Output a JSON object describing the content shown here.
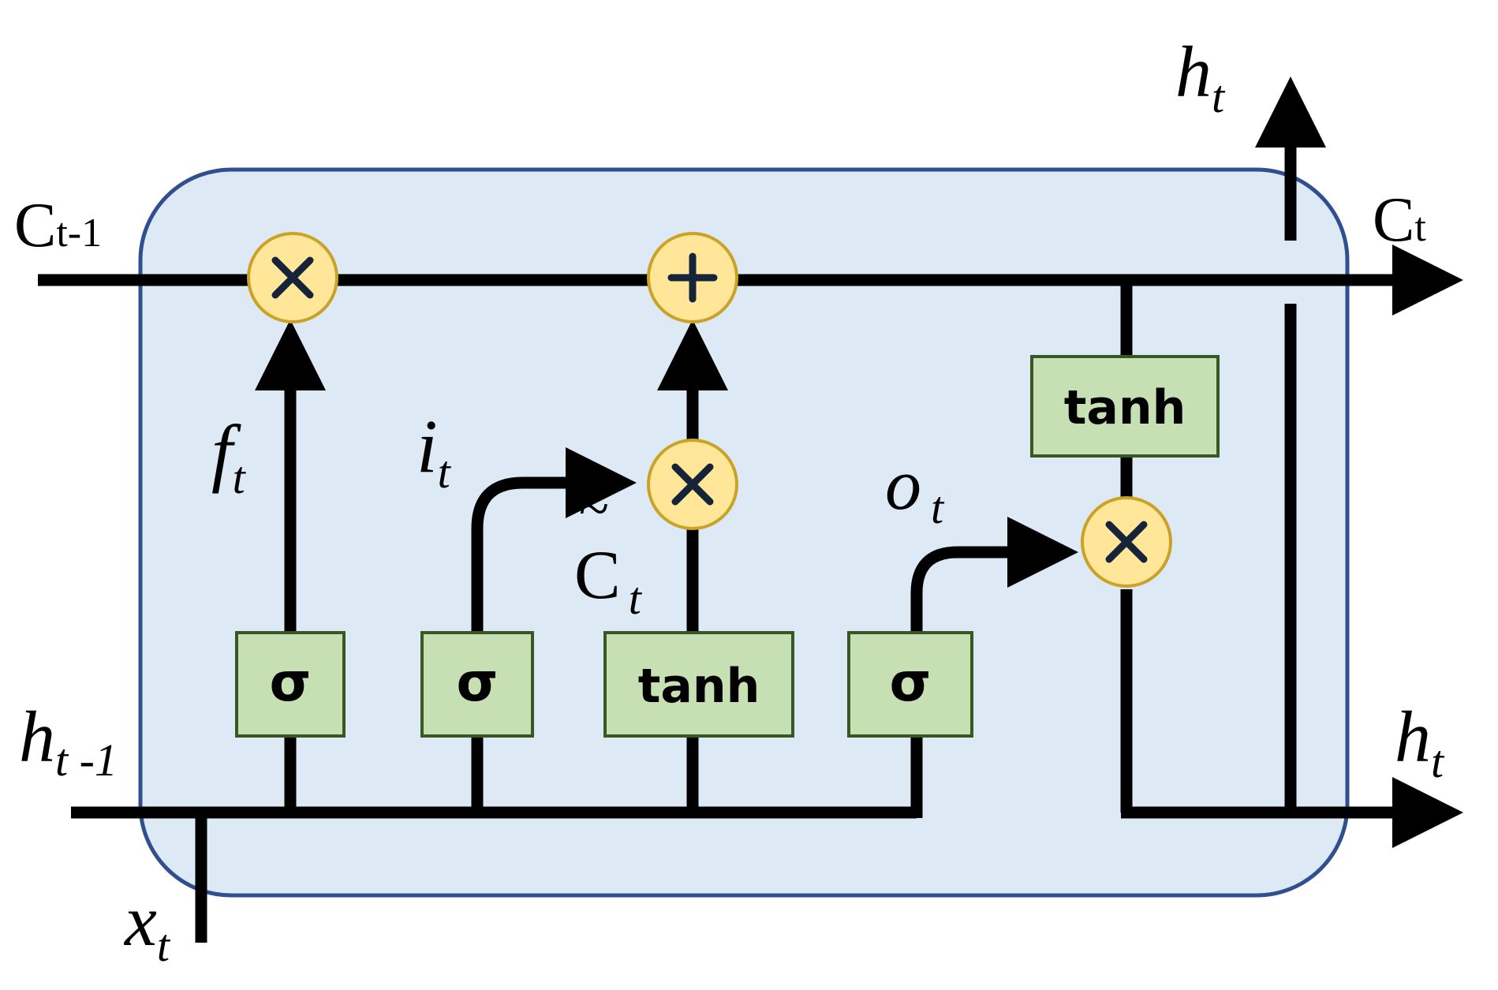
{
  "labels": {
    "c_prev_main": "C",
    "c_prev_sub": "t-1",
    "c_next_main": "C",
    "c_next_sub": "t",
    "h_prev_main": "h",
    "h_prev_sub": "t -1",
    "h_out_top_main": "h",
    "h_out_top_sub": "t",
    "h_out_right_main": "h",
    "h_out_right_sub": "t",
    "x_main": "x",
    "x_sub": "t",
    "f_main": "f",
    "f_sub": "t",
    "i_main": "i",
    "i_sub": "t",
    "c_tilde_main": "C",
    "c_tilde_mark": "~",
    "c_tilde_sub": "t",
    "o_main": "o",
    "o_sub": "t"
  },
  "gates": {
    "forget": "σ",
    "input": "σ",
    "candidate": "tanh",
    "output": "σ",
    "cell_tanh": "tanh"
  },
  "colors": {
    "cell_fill": "#dde9f5",
    "cell_border": "#2f4f8f",
    "gate_fill": "#c6e0b4",
    "gate_border": "#385723",
    "op_fill": "#ffe699",
    "op_border": "#c9a227"
  },
  "operators": {
    "forget_mult": "multiply-icon",
    "add": "plus-icon",
    "input_mult": "multiply-icon",
    "output_mult": "multiply-icon"
  }
}
